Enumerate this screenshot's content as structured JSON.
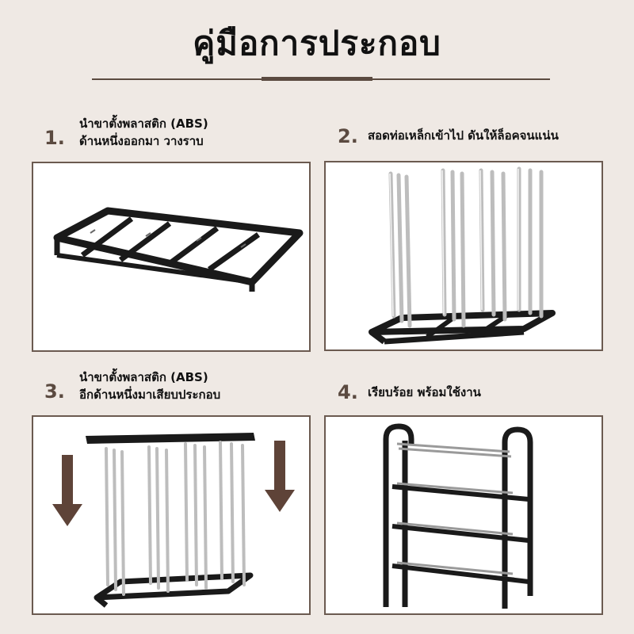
{
  "title": "คู่มือการประกอบ",
  "steps": [
    {
      "number": "1.",
      "lines": [
        "นำขาตั้งพลาสติก (ABS)",
        "ด้านหนึ่งออกมา วางราบ"
      ]
    },
    {
      "number": "2.",
      "lines": [
        "สอดท่อเหล็กเข้าไป ดันให้ล็อคจนแน่น"
      ]
    },
    {
      "number": "3.",
      "lines": [
        "นำขาตั้งพลาสติก (ABS)",
        "อีกด้านหนึ่งมาเสียบประกอบ"
      ]
    },
    {
      "number": "4.",
      "lines": [
        "เรียบร้อย พร้อมใช้งาน"
      ]
    }
  ],
  "colors": {
    "accent": "#5b4a40",
    "background": "#efe9e4",
    "frame": "#111111",
    "steel": "#c9c9c9",
    "arrow": "#5e4338"
  }
}
